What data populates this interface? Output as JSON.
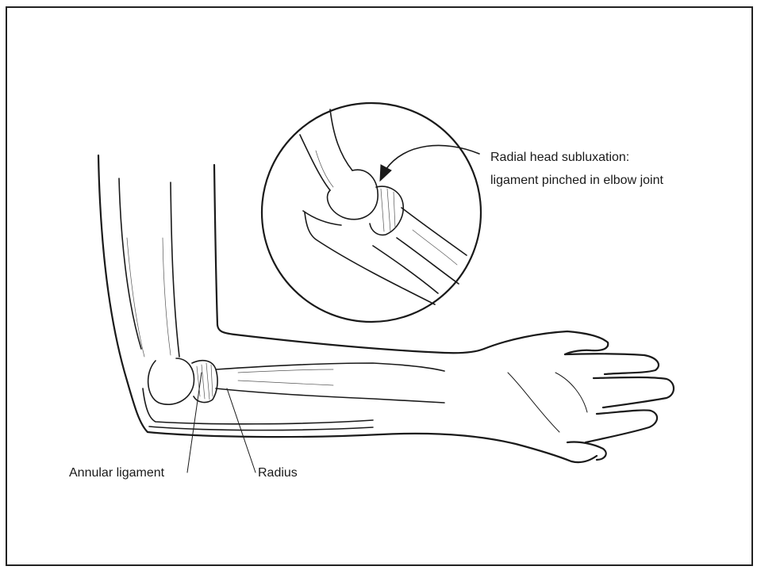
{
  "labels": {
    "callout_line1": "Radial head subluxation:",
    "callout_line2": "ligament pinched in elbow joint",
    "annular_ligament": "Annular ligament",
    "radius": "Radius"
  },
  "colors": {
    "ink": "#1a1a1a",
    "background": "#ffffff",
    "frame": "#222222"
  }
}
